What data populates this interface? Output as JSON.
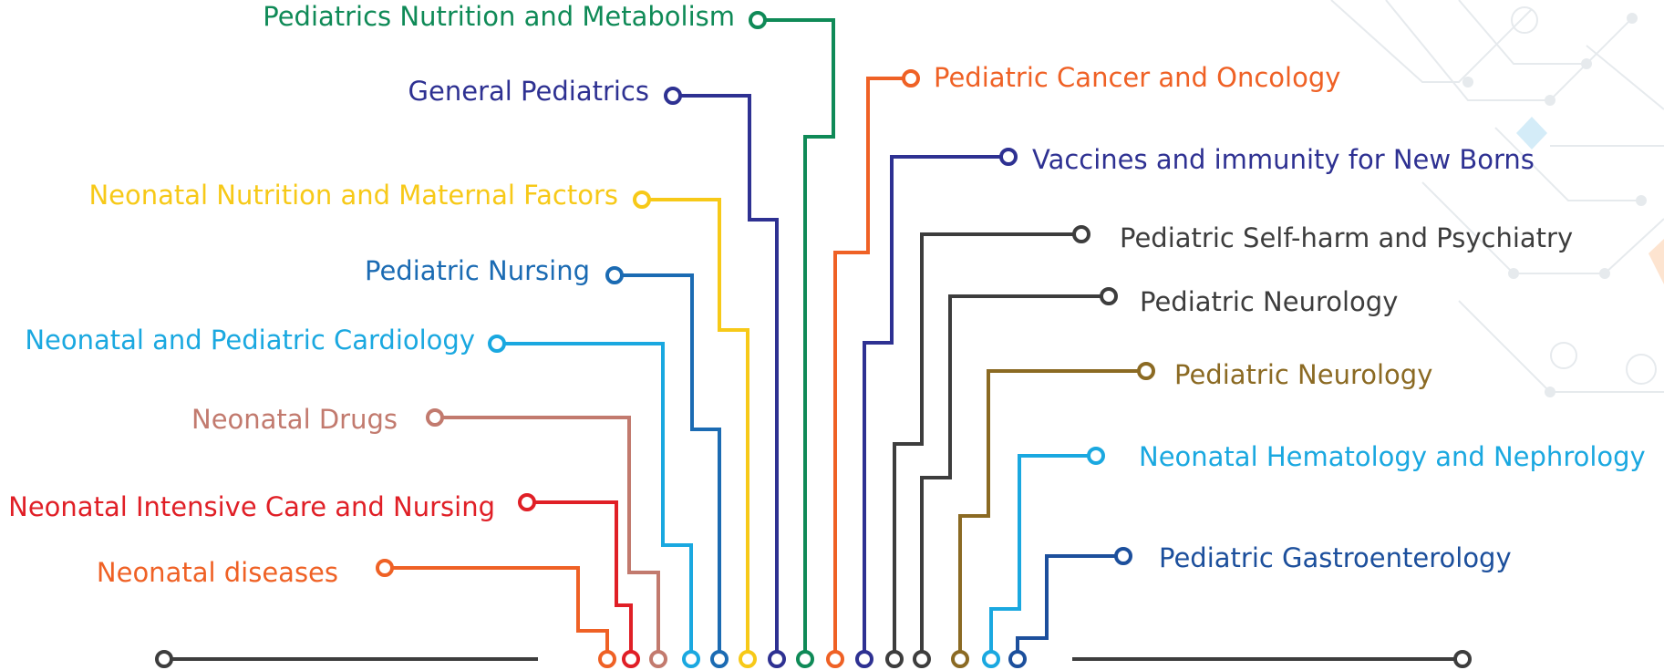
{
  "topics": [
    {
      "id": "pediatrics-nutrition-metabolism",
      "label": "Pediatrics Nutrition and Metabolism",
      "color": "#0f8a57"
    },
    {
      "id": "general-pediatrics",
      "label": "General Pediatrics",
      "color": "#2e3192"
    },
    {
      "id": "neonatal-nutrition-maternal",
      "label": "Neonatal Nutrition and Maternal Factors",
      "color": "#f7c918"
    },
    {
      "id": "pediatric-nursing",
      "label": "Pediatric Nursing",
      "color": "#1b6bb3"
    },
    {
      "id": "neonatal-pediatric-cardiology",
      "label": "Neonatal and Pediatric Cardiology",
      "color": "#1aa8e0"
    },
    {
      "id": "neonatal-drugs",
      "label": "Neonatal Drugs",
      "color": "#c27a6e"
    },
    {
      "id": "neonatal-intensive-care",
      "label": "Neonatal Intensive Care and Nursing",
      "color": "#e01f26"
    },
    {
      "id": "neonatal-diseases",
      "label": "Neonatal diseases",
      "color": "#ef6125"
    },
    {
      "id": "pediatric-cancer-oncology",
      "label": "Pediatric Cancer and Oncology",
      "color": "#ef6125"
    },
    {
      "id": "vaccines-immunity",
      "label": "Vaccines and immunity for New Borns",
      "color": "#2e3192"
    },
    {
      "id": "pediatric-self-harm",
      "label": "Pediatric Self-harm and Psychiatry",
      "color": "#3d3d3d"
    },
    {
      "id": "pediatric-neurology-1",
      "label": "Pediatric Neurology",
      "color": "#3d3d3d"
    },
    {
      "id": "pediatric-neurology-2",
      "label": "Pediatric Neurology",
      "color": "#8b6a23"
    },
    {
      "id": "neonatal-hematology-nephrology",
      "label": "Neonatal Hematology and Nephrology",
      "color": "#1aa8e0"
    },
    {
      "id": "pediatric-gastroenterology",
      "label": "Pediatric Gastroenterology",
      "color": "#1c4f9c"
    }
  ],
  "baseline_color": "#3d3d3d"
}
